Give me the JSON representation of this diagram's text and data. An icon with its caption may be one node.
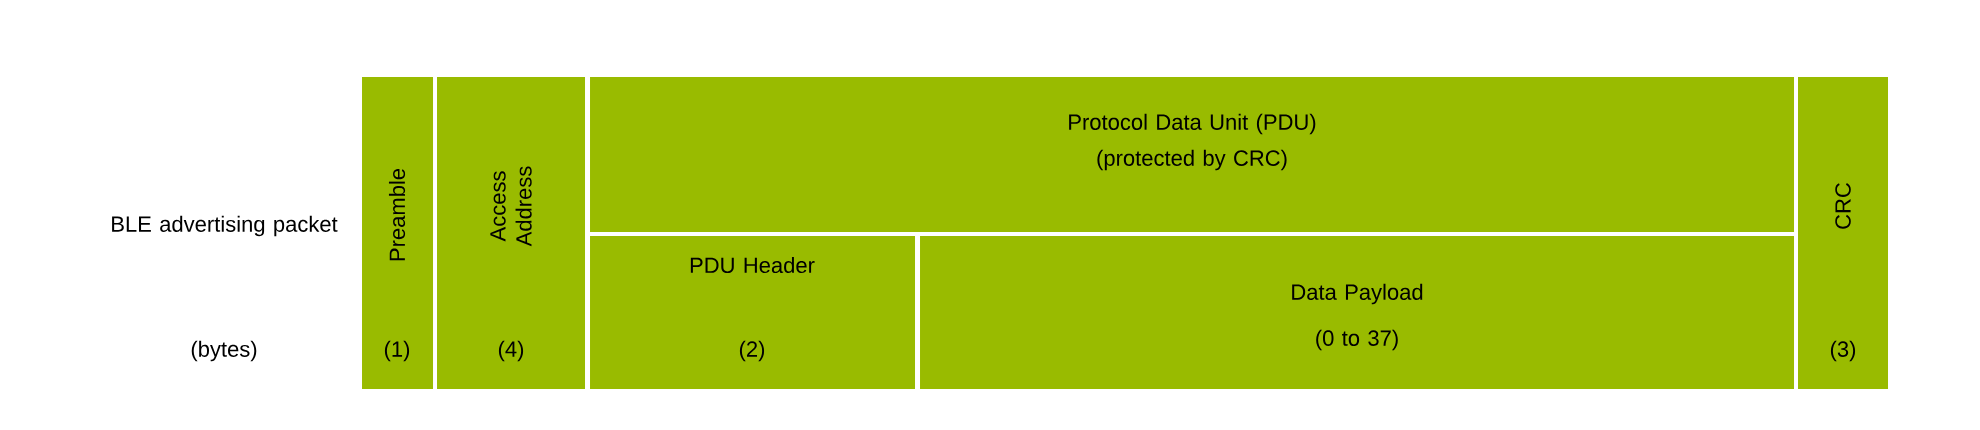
{
  "diagram": {
    "nodes": [
      {
        "text": [
          "Preamble",
          "(1)"
        ]
      },
      {
        "text": [
          "Access Address",
          "(4)"
        ]
      },
      {
        "text": [
          "Protocol Data Unit (PDU)",
          "(protected by CRC)"
        ]
      },
      {
        "text": [
          "PDU Header",
          "(2)"
        ]
      },
      {
        "text": [
          "Data Payload",
          "(0 to 37)"
        ]
      },
      {
        "text": [
          "CRC",
          "(3)"
        ]
      }
    ],
    "labels": [
      "BLE advertising packet",
      "(bytes)"
    ]
  }
}
